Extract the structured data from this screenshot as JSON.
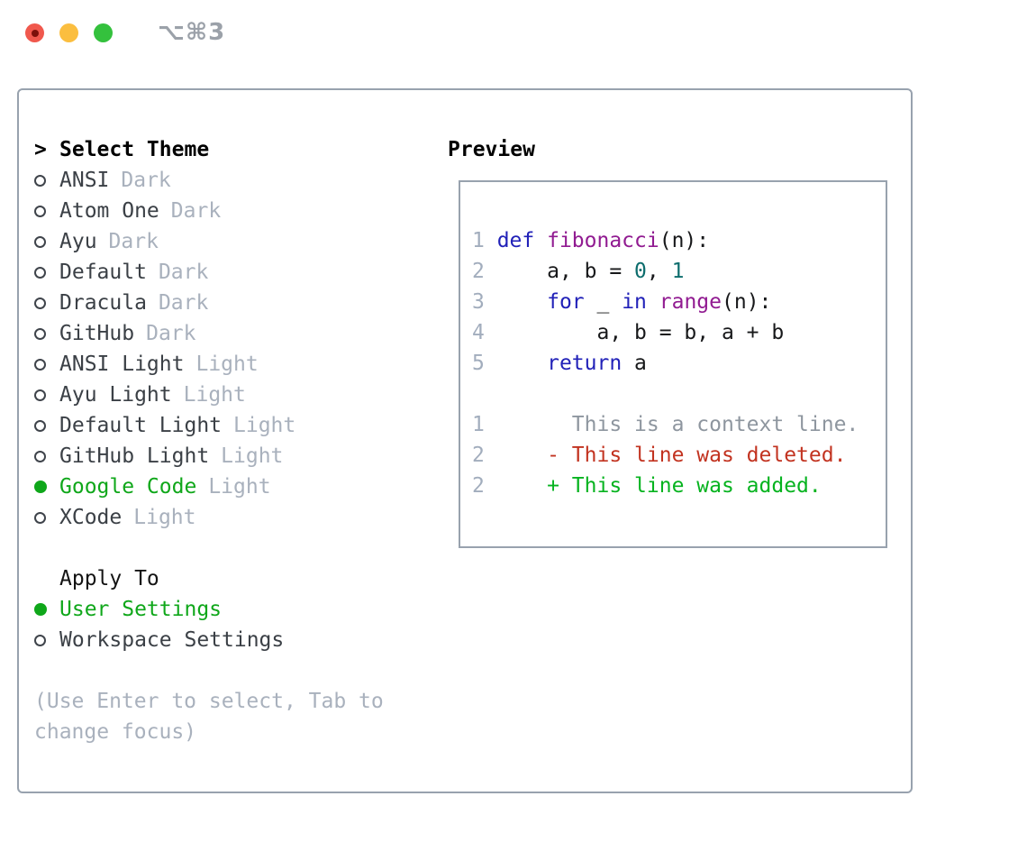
{
  "window": {
    "titlebar_shortcut": "⌥⌘3",
    "traffic_lights": {
      "red": "#f0584d",
      "red_dot": "#7c100a",
      "yellow": "#fbbe3f",
      "green": "#34c13d"
    }
  },
  "theme_panel": {
    "prompt": ">",
    "title": "Select Theme",
    "themes": [
      {
        "name": "ANSI",
        "tag": "Dark",
        "selected": false
      },
      {
        "name": "Atom One",
        "tag": "Dark",
        "selected": false
      },
      {
        "name": "Ayu",
        "tag": "Dark",
        "selected": false
      },
      {
        "name": "Default",
        "tag": "Dark",
        "selected": false
      },
      {
        "name": "Dracula",
        "tag": "Dark",
        "selected": false
      },
      {
        "name": "GitHub",
        "tag": "Dark",
        "selected": false
      },
      {
        "name": "ANSI Light",
        "tag": "Light",
        "selected": false
      },
      {
        "name": "Ayu Light",
        "tag": "Light",
        "selected": false
      },
      {
        "name": "Default Light",
        "tag": "Light",
        "selected": false
      },
      {
        "name": "GitHub Light",
        "tag": "Light",
        "selected": false
      },
      {
        "name": "Google Code",
        "tag": "Light",
        "selected": true
      },
      {
        "name": "XCode",
        "tag": "Light",
        "selected": false
      }
    ],
    "apply_to": {
      "title": "Apply To",
      "options": [
        {
          "name": "User Settings",
          "selected": true
        },
        {
          "name": "Workspace Settings",
          "selected": false
        }
      ]
    },
    "help_lines": [
      "(Use Enter to select, Tab to",
      "change focus)"
    ]
  },
  "preview": {
    "title": "Preview",
    "code_lines": [
      {
        "tokens": [
          {
            "c": "gut",
            "t": "1 "
          },
          {
            "c": "kw",
            "t": "def "
          },
          {
            "c": "fn",
            "t": "fibonacci"
          },
          {
            "c": "pln",
            "t": "(n):"
          }
        ]
      },
      {
        "tokens": [
          {
            "c": "gut",
            "t": "2 "
          },
          {
            "c": "pln",
            "t": "    a, b = "
          },
          {
            "c": "lit",
            "t": "0"
          },
          {
            "c": "pln",
            "t": ", "
          },
          {
            "c": "lit",
            "t": "1"
          }
        ]
      },
      {
        "tokens": [
          {
            "c": "gut",
            "t": "3 "
          },
          {
            "c": "pln",
            "t": "    "
          },
          {
            "c": "kw",
            "t": "for"
          },
          {
            "c": "pln",
            "t": " _ "
          },
          {
            "c": "kw",
            "t": "in"
          },
          {
            "c": "pln",
            "t": " "
          },
          {
            "c": "fn",
            "t": "range"
          },
          {
            "c": "pln",
            "t": "(n):"
          }
        ]
      },
      {
        "tokens": [
          {
            "c": "gut",
            "t": "4 "
          },
          {
            "c": "pln",
            "t": "        a, b = b, a + b"
          }
        ]
      },
      {
        "tokens": [
          {
            "c": "gut",
            "t": "5 "
          },
          {
            "c": "pln",
            "t": "    "
          },
          {
            "c": "kw",
            "t": "return"
          },
          {
            "c": "pln",
            "t": " a"
          }
        ]
      },
      {
        "tokens": []
      },
      {
        "tokens": [
          {
            "c": "gut",
            "t": "1 "
          },
          {
            "c": "ctx",
            "t": "      This is a context line."
          }
        ]
      },
      {
        "tokens": [
          {
            "c": "gut",
            "t": "2 "
          },
          {
            "c": "del",
            "t": "    - This line was deleted."
          }
        ]
      },
      {
        "tokens": [
          {
            "c": "gut",
            "t": "2 "
          },
          {
            "c": "add",
            "t": "    + This line was added."
          }
        ]
      }
    ]
  },
  "colors": {
    "panel_border": "#98a2ae",
    "selected_green": "#0fa71a",
    "item_text": "#3b4046",
    "tag_gray": "#a9b1bd",
    "help_gray": "#a9b1bd",
    "code_keyword": "#2121b8",
    "code_function": "#911b91",
    "code_literal": "#0d6d6d",
    "code_plain": "#17181a",
    "code_gutter": "#a2adbd",
    "diff_context": "#8e969f",
    "diff_deleted": "#c23320",
    "diff_added": "#06b31f"
  }
}
